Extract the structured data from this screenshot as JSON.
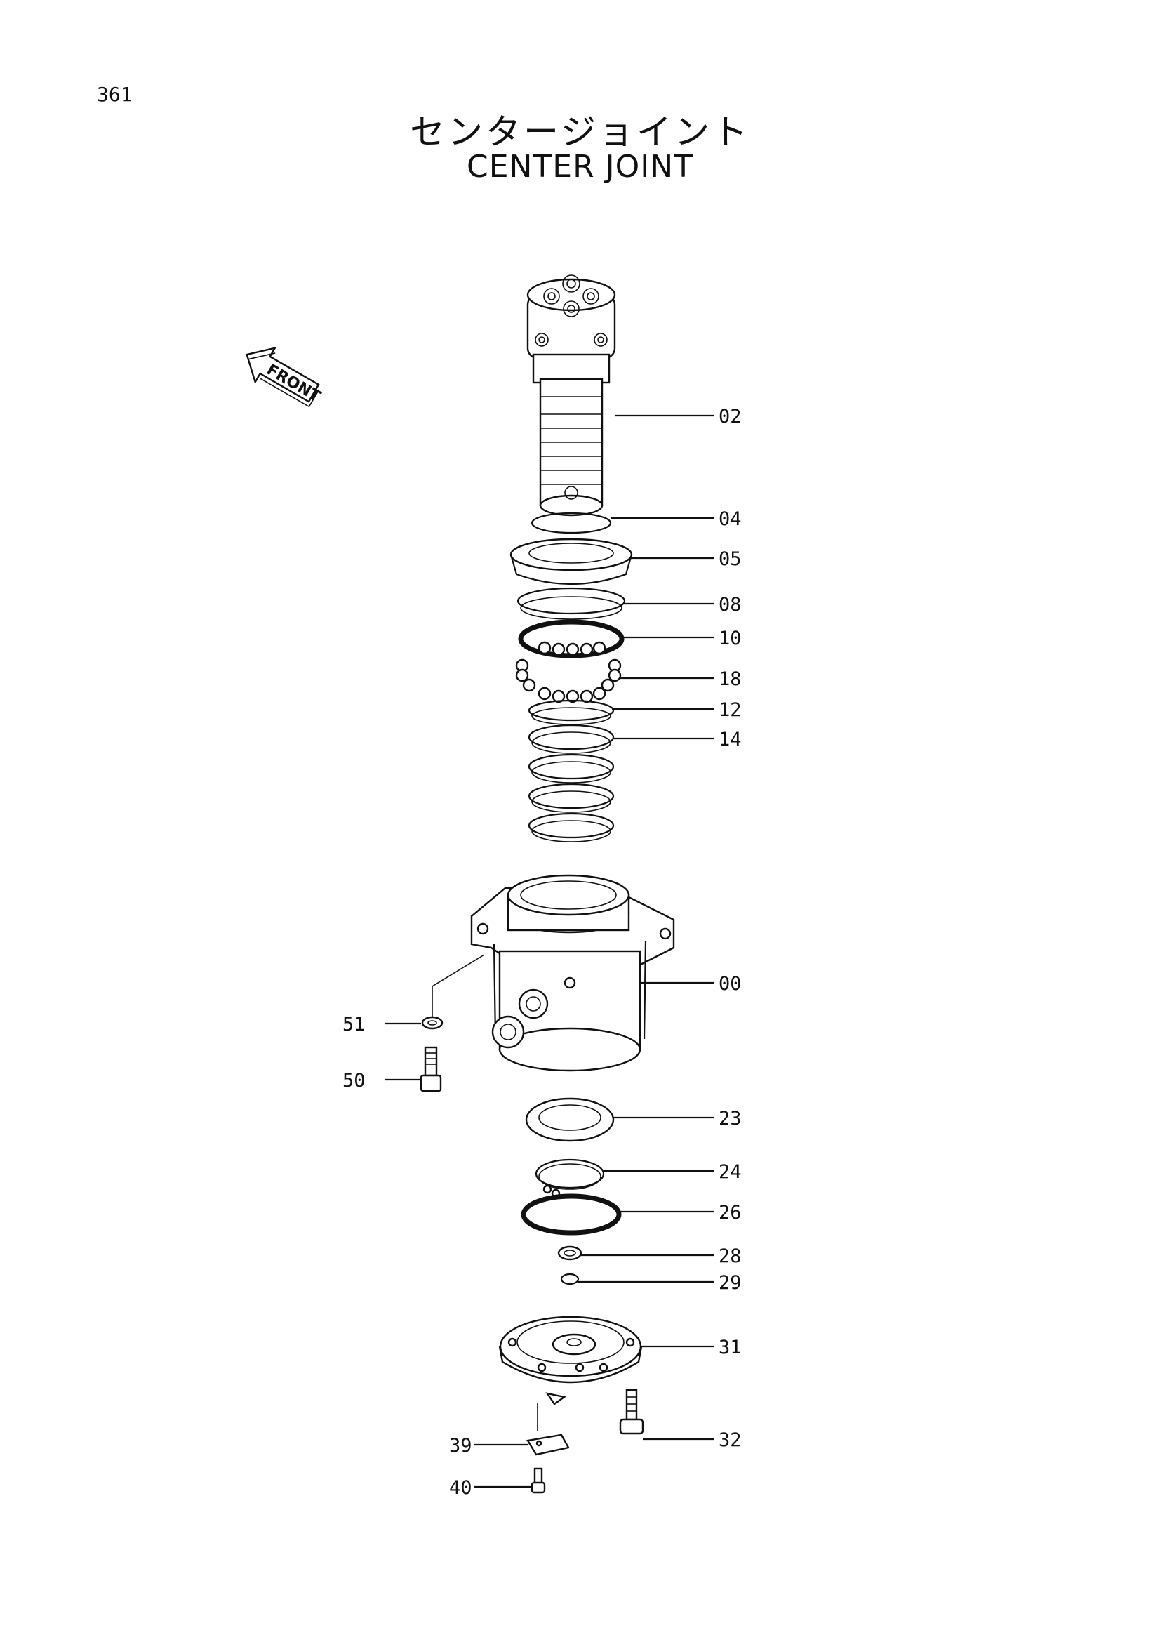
{
  "page_number": "361",
  "title_jp": "センタージョイント",
  "title_en": "CENTER JOINT",
  "front_arrow_label": "FRONT",
  "callouts": {
    "p02": "02",
    "p04": "04",
    "p05": "05",
    "p08": "08",
    "p10": "10",
    "p18": "18",
    "p12": "12",
    "p14": "14",
    "p00": "00",
    "p51": "51",
    "p50": "50",
    "p23": "23",
    "p24": "24",
    "p26": "26",
    "p28": "28",
    "p29": "29",
    "p31": "31",
    "p39": "39",
    "p32": "32",
    "p40": "40"
  }
}
